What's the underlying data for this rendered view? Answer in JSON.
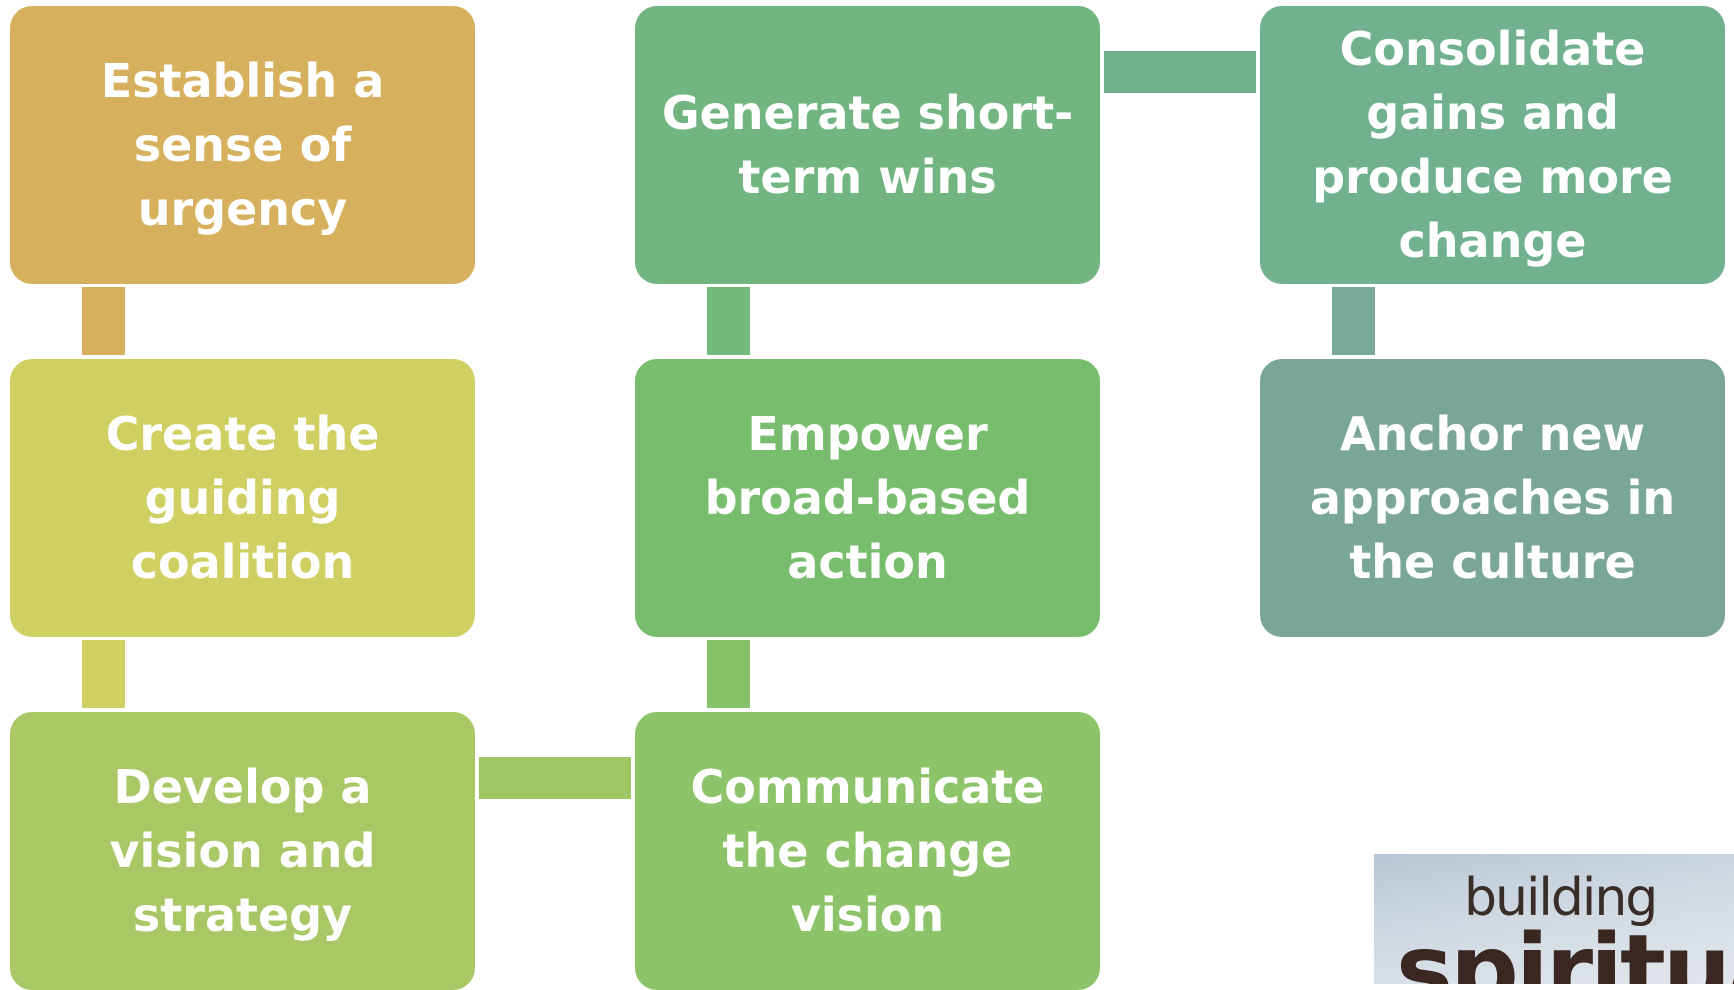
{
  "diagram": {
    "steps": [
      {
        "label": "Establish a sense of urgency",
        "color": "#d6b05c"
      },
      {
        "label": "Create the guiding coalition",
        "color": "#d0cf62"
      },
      {
        "label": "Develop a vision and strategy",
        "color": "#a8c866"
      },
      {
        "label": "Communicate the change vision",
        "color": "#8dc46a"
      },
      {
        "label": "Empower broad-based action",
        "color": "#78bd6d"
      },
      {
        "label": "Generate short-term wins",
        "color": "#72b581"
      },
      {
        "label": "Consolidate gains and produce more change",
        "color": "#72b18e"
      },
      {
        "label": "Anchor new approaches in the culture",
        "color": "#7aa698"
      }
    ]
  },
  "logo": {
    "line1": "building",
    "line2": "spiritua"
  }
}
